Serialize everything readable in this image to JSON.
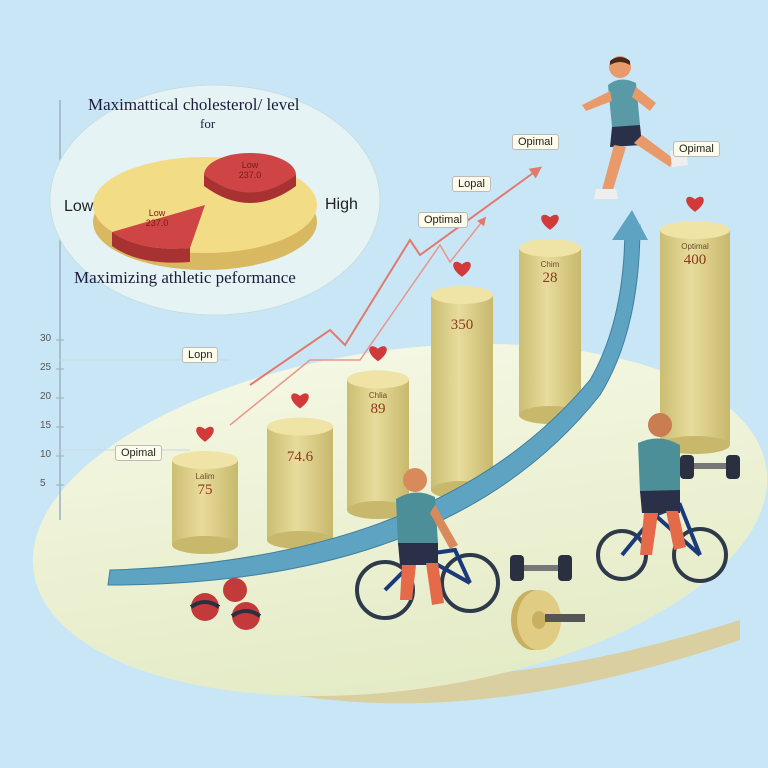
{
  "chart_data": {
    "type": "bar",
    "title": "Maximattical cholesterol/ level",
    "title_suffix": "for",
    "subtitle": "Maximizing athletic peformance",
    "pie": {
      "left_label": "Low",
      "right_label": "High",
      "slices": [
        {
          "label": "Low",
          "value_text": "237.0"
        },
        {
          "label": "Low",
          "value_text": "237.0"
        }
      ]
    },
    "y_ticks": [
      "30",
      "25",
      "20",
      "15",
      "10",
      "5"
    ],
    "bars": [
      {
        "caption": "Lalim",
        "label": "75",
        "value": 75
      },
      {
        "caption": "",
        "label": "74.6",
        "value": 146
      },
      {
        "caption": "Chlia",
        "label": "89",
        "value": 189
      },
      {
        "caption": "",
        "label": "350",
        "value": 350
      },
      {
        "caption": "Chim",
        "label": "28",
        "value": 280
      },
      {
        "caption": "Optimal",
        "label": "400",
        "value": 400
      }
    ],
    "annotations": [
      {
        "text": "Opimal"
      },
      {
        "text": "Lopn"
      },
      {
        "text": "Optimal"
      },
      {
        "text": "Lopal"
      },
      {
        "text": "Opimal"
      },
      {
        "text": "Opimal"
      }
    ],
    "colors": {
      "background": "#c9e6f7",
      "bar": "#ddd18e",
      "bar_top": "#efe4a6",
      "platform": "#eef3d6",
      "trend_arrow": "#e07a6e",
      "curve": "#5fa3c2",
      "heart": "#d23a3a",
      "pie": "#f3dc86",
      "pie_slice": "#cf4545"
    },
    "icons": [
      "heart-icon",
      "runner-figure",
      "cyclist-figure",
      "dumbbell-icon",
      "weight-plate-icon",
      "medicine-ball-icon"
    ]
  }
}
